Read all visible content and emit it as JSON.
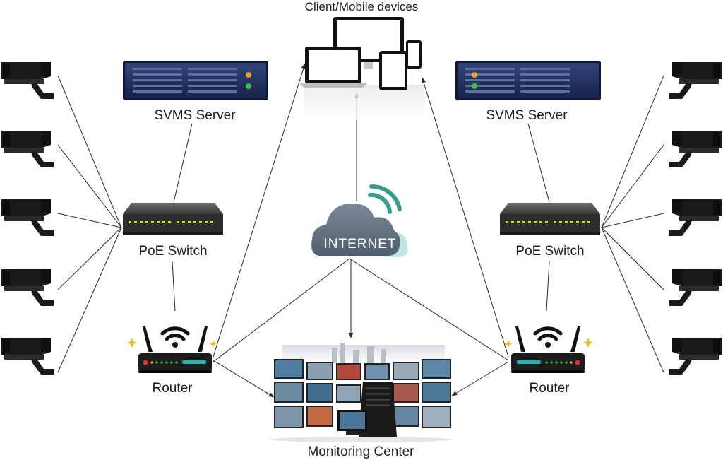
{
  "labels": {
    "client_devices": "Client/Mobile devices",
    "server_left": "SVMS Server",
    "server_right": "SVMS Server",
    "switch_left": "PoE Switch",
    "switch_right": "PoE Switch",
    "router_left": "Router",
    "router_right": "Router",
    "internet": "INTERNET",
    "monitoring": "Monitoring Center"
  },
  "icons": {
    "camera": "cctv-camera-icon",
    "server": "rack-server-icon",
    "switch": "poe-switch-icon",
    "router": "wifi-router-icon",
    "cloud": "internet-cloud-icon",
    "devices": "client-devices-icon",
    "monitoring": "video-wall-icon"
  },
  "colors": {
    "server_body": "#1f2d57",
    "cloud": "#5f6f82",
    "wifi_arc": "#3a9c8a",
    "router_body": "#1c1c1c",
    "router_stripe": "#2bb3b0",
    "led_green": "#3fbf3f",
    "led_orange": "#f0a020",
    "camera": "#1a1a1a",
    "wire": "#2a2a2a"
  }
}
